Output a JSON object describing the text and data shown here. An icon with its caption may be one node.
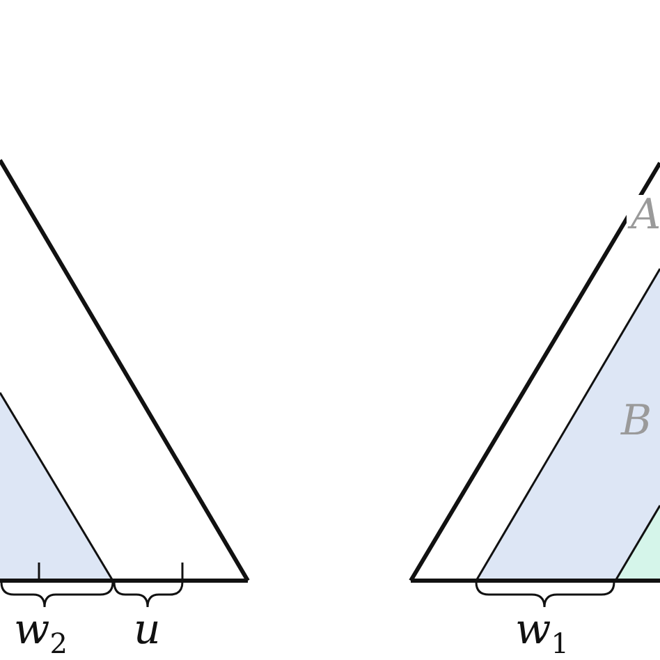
{
  "diagram": {
    "labels": [
      "A",
      "B",
      "w$_{2}$",
      "u",
      "w$_{1}$"
    ]
  }
}
